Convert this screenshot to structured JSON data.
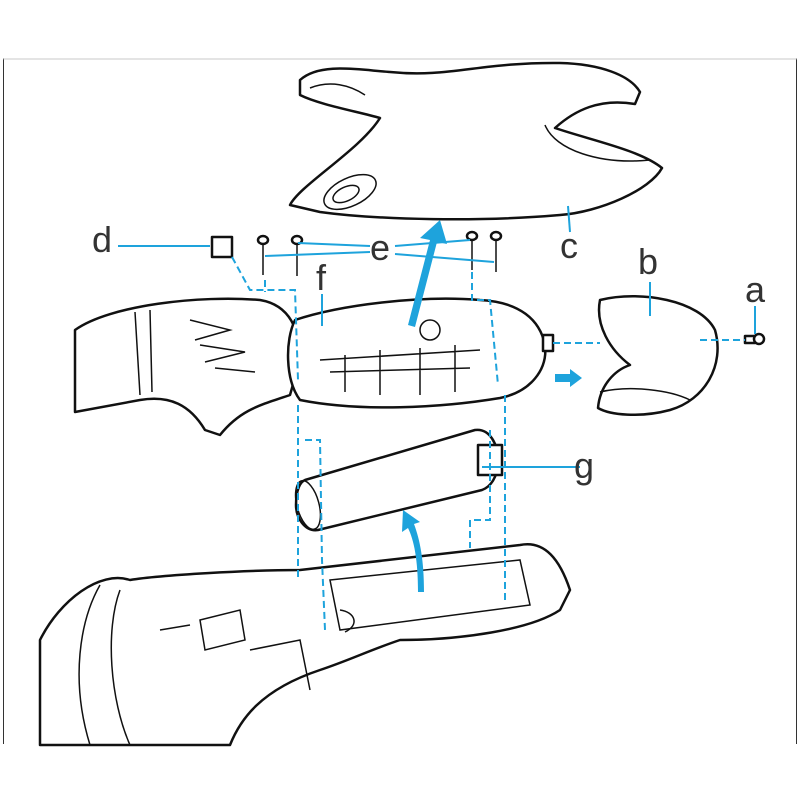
{
  "diagram": {
    "labels": {
      "a": "a",
      "b": "b",
      "c": "c",
      "d": "d",
      "e": "e",
      "f": "f",
      "g": "g"
    },
    "colors": {
      "leader": "#1ea3dc",
      "outline": "#111111",
      "label": "#333333"
    }
  }
}
